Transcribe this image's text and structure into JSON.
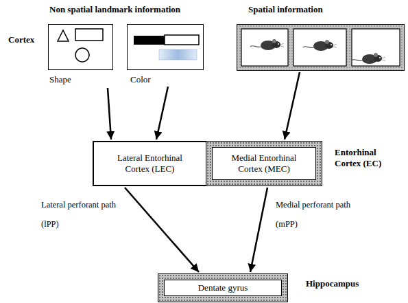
{
  "diagram": {
    "nodes": [
      {
        "text": [
          "Shape"
        ]
      },
      {
        "text": [
          "Color"
        ]
      },
      {
        "text": [
          "Spatial information"
        ]
      },
      {
        "text": [
          "Lateral Entorhinal Cortex (LEC)"
        ]
      },
      {
        "text": [
          "Medial Entorhinal Cortex (MEC)"
        ]
      },
      {
        "text": [
          "Dentate gyrus"
        ]
      }
    ],
    "edges": [
      {
        "from": 0,
        "to": 3,
        "arrow": "to"
      },
      {
        "from": 1,
        "to": 3,
        "arrow": "to"
      },
      {
        "from": 2,
        "to": 4,
        "arrow": "to"
      },
      {
        "from": 3,
        "to": 5,
        "label": "Lateral perforant path (lPP)",
        "arrow": "to"
      },
      {
        "from": 4,
        "to": 5,
        "label": "Medial perforant path (mPP)",
        "arrow": "to"
      }
    ],
    "labels": [
      "Cortex",
      "Non spatial landmark information",
      "Entorhinal Cortex (EC)",
      "Hippocampus"
    ]
  }
}
